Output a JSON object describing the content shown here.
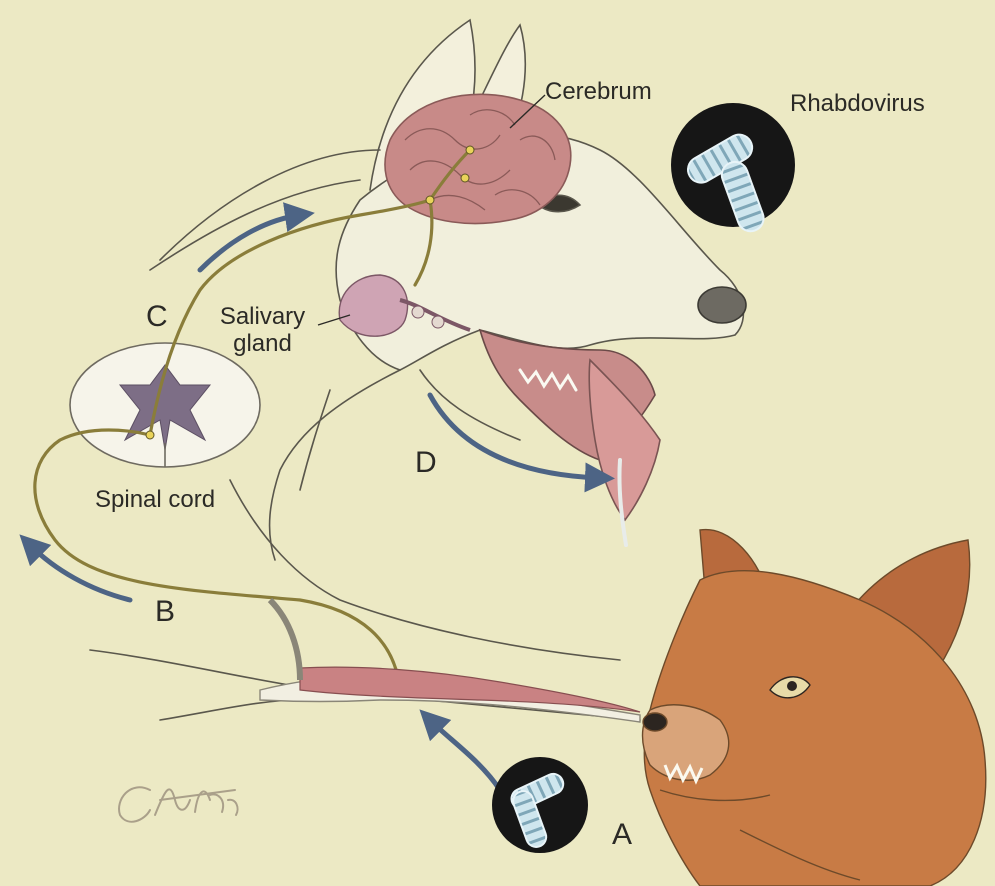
{
  "labels": {
    "cerebrum": "Cerebrum",
    "rhabdovirus": "Rhabdovirus",
    "salivary_gland_line1": "Salivary",
    "salivary_gland_line2": "gland",
    "spinal_cord": "Spinal cord",
    "a": "A",
    "b": "B",
    "c": "C",
    "d": "D"
  },
  "signature": "Carter",
  "colors": {
    "background": "#ece9c4",
    "nerve": "#8a7d3a",
    "arrow": "#4d6485",
    "brain": "#c88a88",
    "fox_fur": "#c87b45",
    "dog_outline": "#5a574c",
    "virus_lens": "#161616",
    "virus_particle": "#cfe6ee"
  }
}
